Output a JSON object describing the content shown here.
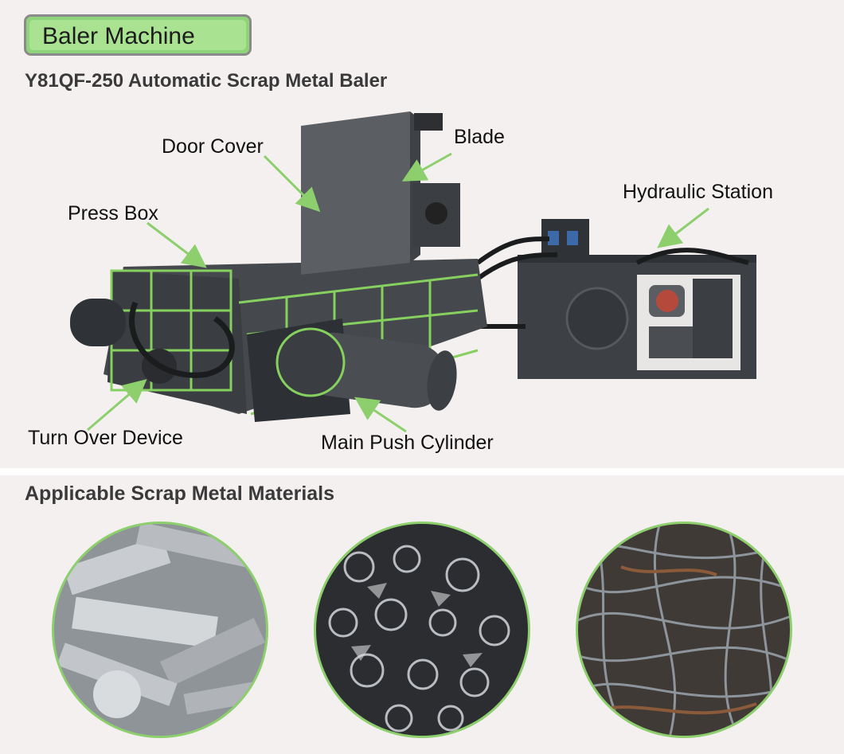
{
  "header": {
    "badge": "Baler Machine",
    "subtitle": "Y81QF-250 Automatic Scrap Metal Baler"
  },
  "callouts": {
    "door_cover": "Door Cover",
    "blade": "Blade",
    "press_box": "Press Box",
    "hydraulic_station": "Hydraulic Station",
    "turn_over_device": "Turn Over Device",
    "main_push_cylinder": "Main Push Cylinder"
  },
  "materials": {
    "title": "Applicable Scrap Metal Materials",
    "items": [
      {
        "icon": "aluminum-profile-scrap-image"
      },
      {
        "icon": "stamped-steel-scrap-image"
      },
      {
        "icon": "steel-wire-scrap-image"
      }
    ]
  },
  "colors": {
    "accent_green": "#8fd37a",
    "arrow_green": "#8ccf6c",
    "machine_gray": "#4a4d52",
    "panel_bg": "#f4f0f0"
  }
}
